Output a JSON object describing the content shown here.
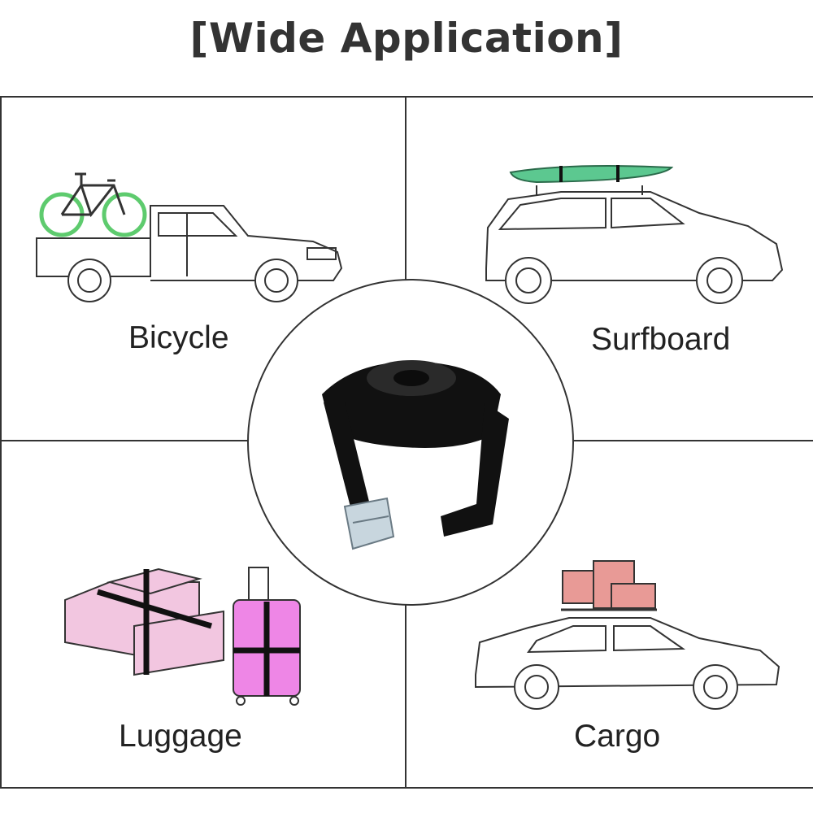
{
  "title": "[Wide Application]",
  "panels": [
    {
      "label": "Bicycle",
      "icon": "pickup-truck-with-bicycle"
    },
    {
      "label": "Surfboard",
      "icon": "suv-with-surfboard"
    },
    {
      "label": "Luggage",
      "icon": "boxes-and-suitcase"
    },
    {
      "label": "Cargo",
      "icon": "sedan-with-cargo-boxes"
    }
  ],
  "center_icon": "cam-buckle-strap",
  "colors": {
    "bicycle": "#5ecb6e",
    "surfboard": "#5cc890",
    "luggage": "#f2c6e0",
    "suitcase": "#ee86e6",
    "cargo": "#e89a96",
    "strap": "#111111"
  }
}
